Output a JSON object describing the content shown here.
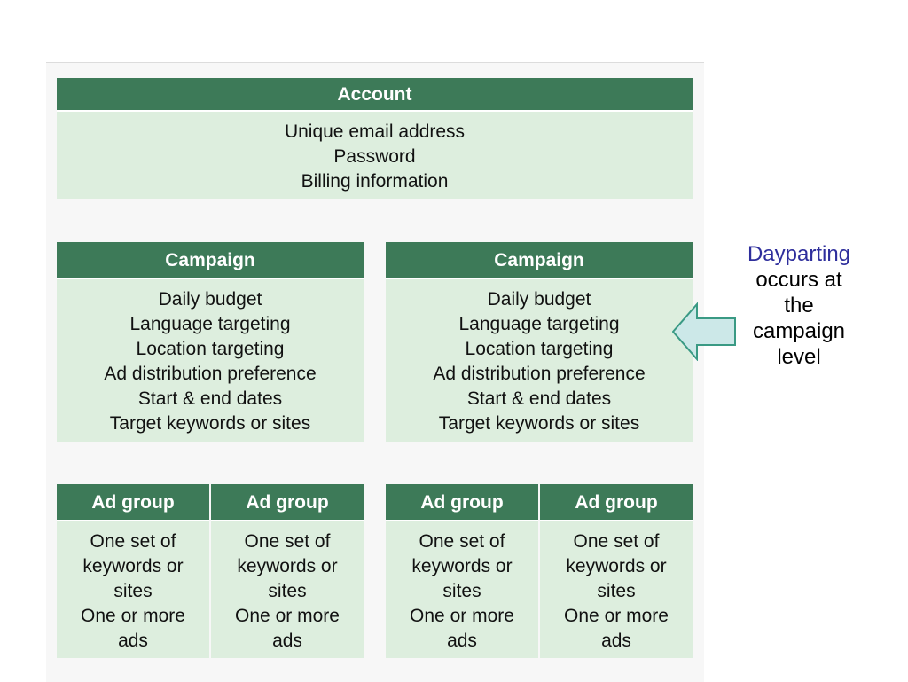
{
  "account": {
    "title": "Account",
    "items": [
      "Unique email address",
      "Password",
      "Billing information"
    ]
  },
  "campaigns": [
    {
      "title": "Campaign",
      "items": [
        "Daily budget",
        "Language targeting",
        "Location targeting",
        "Ad distribution preference",
        "Start & end dates",
        "Target keywords or sites"
      ]
    },
    {
      "title": "Campaign",
      "items": [
        "Daily budget",
        "Language targeting",
        "Location targeting",
        "Ad distribution preference",
        "Start & end dates",
        "Target keywords or sites"
      ]
    }
  ],
  "ad_groups": [
    {
      "title": "Ad group",
      "lines": [
        "One set of",
        "keywords or",
        "sites",
        "One or more",
        "ads"
      ]
    },
    {
      "title": "Ad group",
      "lines": [
        "One set of",
        "keywords or",
        "sites",
        "One or more",
        "ads"
      ]
    },
    {
      "title": "Ad group",
      "lines": [
        "One set of",
        "keywords or",
        "sites",
        "One or more",
        "ads"
      ]
    },
    {
      "title": "Ad group",
      "lines": [
        "One set of",
        "keywords or",
        "sites",
        "One or more",
        "ads"
      ]
    }
  ],
  "annotation": {
    "highlight": "Dayparting",
    "lines": [
      "occurs at",
      "the",
      "campaign",
      "level"
    ]
  },
  "colors": {
    "header_bg": "#3d7a58",
    "body_bg": "#ddeede",
    "annotation_highlight": "#2e2e9c",
    "arrow_fill": "#cce8e8",
    "arrow_stroke": "#3a9a84"
  }
}
